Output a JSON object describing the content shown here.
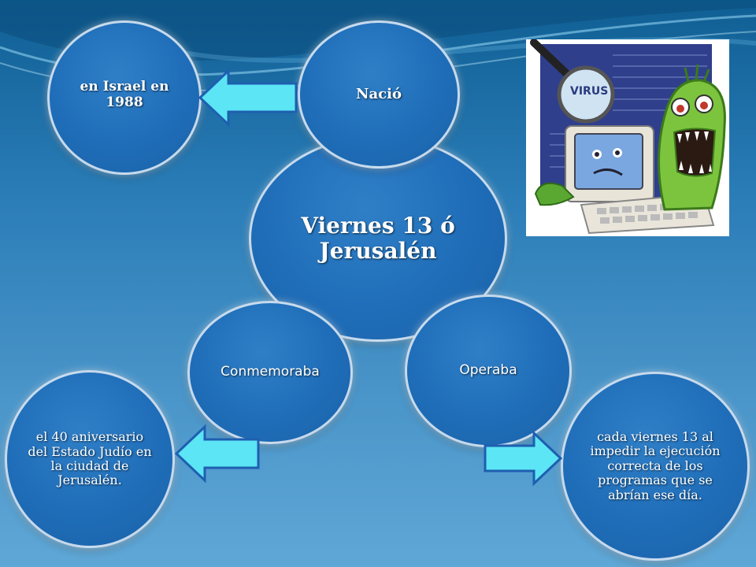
{
  "diagram": {
    "center": "Viernes 13 ó Jerusalén",
    "nodes": {
      "nacio": "Nació",
      "conmemoraba": "Conmemoraba",
      "operaba": "Operaba"
    },
    "details": {
      "nacio": "en Israel en 1988",
      "conmemoraba": "el 40 aniversario del Estado Judío en la ciudad de Jerusalén.",
      "operaba": "cada viernes 13 al impedir la ejecución correcta de los programas que se abrían ese día."
    }
  },
  "image": {
    "screen_text": "VIRUS"
  },
  "colors": {
    "circle": "#1f6db8",
    "arrow": "#5ce5f5",
    "arrow_border": "#1e5fb0"
  }
}
